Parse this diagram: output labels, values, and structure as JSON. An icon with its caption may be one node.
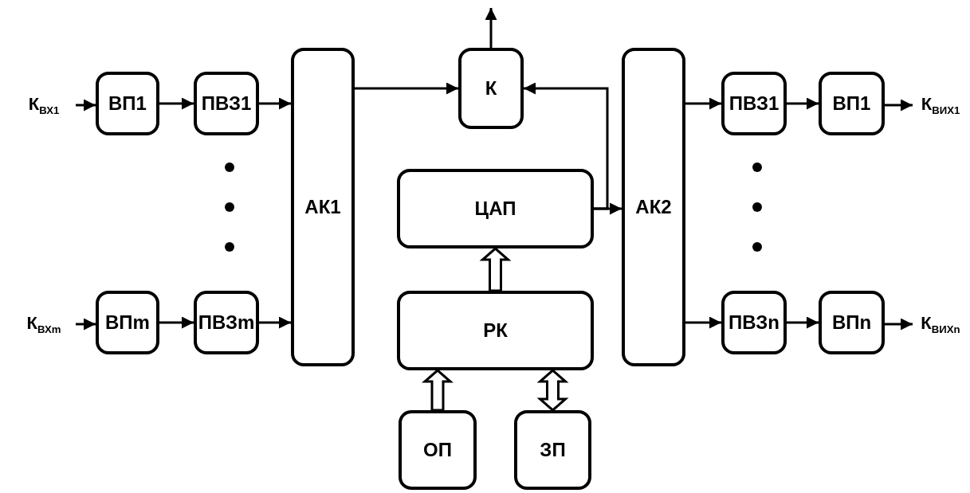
{
  "diagram": {
    "nodes": [
      {
        "text": [
          "К$_{ВХ1}$"
        ]
      },
      {
        "text": [
          "ВП1"
        ]
      },
      {
        "text": [
          "ПВЗ1"
        ]
      },
      {
        "text": [
          "К$_{ВХm}$"
        ]
      },
      {
        "text": [
          "ВПm"
        ]
      },
      {
        "text": [
          "ПВЗm"
        ]
      },
      {
        "text": [
          "АК1"
        ]
      },
      {
        "text": [
          "К"
        ]
      },
      {
        "text": [
          "ЦАП"
        ]
      },
      {
        "text": [
          "РК"
        ]
      },
      {
        "text": [
          "ОП"
        ]
      },
      {
        "text": [
          "ЗП"
        ]
      },
      {
        "text": [
          "АК2"
        ]
      },
      {
        "text": [
          "ПВЗ1"
        ]
      },
      {
        "text": [
          "ВП1"
        ]
      },
      {
        "text": [
          "К$_{ВИХ1}$"
        ]
      },
      {
        "text": [
          "ПВЗn"
        ]
      },
      {
        "text": [
          "ВПn"
        ]
      },
      {
        "text": [
          "К$_{ВИХn}$"
        ]
      }
    ],
    "edges": [
      {
        "from": 0,
        "to": 1,
        "arrow": "to"
      },
      {
        "from": 1,
        "to": 2,
        "arrow": "to"
      },
      {
        "from": 2,
        "to": 6,
        "arrow": "to"
      },
      {
        "from": 3,
        "to": 4,
        "arrow": "to"
      },
      {
        "from": 4,
        "to": 5,
        "arrow": "to"
      },
      {
        "from": 5,
        "to": 6,
        "arrow": "to"
      },
      {
        "from": 6,
        "to": 7,
        "arrow": "to"
      },
      {
        "from": 8,
        "to": 7,
        "arrow": "to"
      },
      {
        "from": 7,
        "to": null,
        "arrow": "to"
      },
      {
        "from": 8,
        "to": 12,
        "arrow": "to"
      },
      {
        "from": 9,
        "to": 8,
        "arrow": "to",
        "style": "thick"
      },
      {
        "from": 10,
        "to": 9,
        "arrow": "to",
        "style": "thick"
      },
      {
        "from": 11,
        "to": 9,
        "arrow": "both",
        "style": "thick"
      },
      {
        "from": 12,
        "to": 13,
        "arrow": "to"
      },
      {
        "from": 13,
        "to": 14,
        "arrow": "to"
      },
      {
        "from": 14,
        "to": 15,
        "arrow": "to"
      },
      {
        "from": 12,
        "to": 16,
        "arrow": "to"
      },
      {
        "from": 16,
        "to": 17,
        "arrow": "to"
      },
      {
        "from": 17,
        "to": 18,
        "arrow": "to"
      }
    ]
  }
}
